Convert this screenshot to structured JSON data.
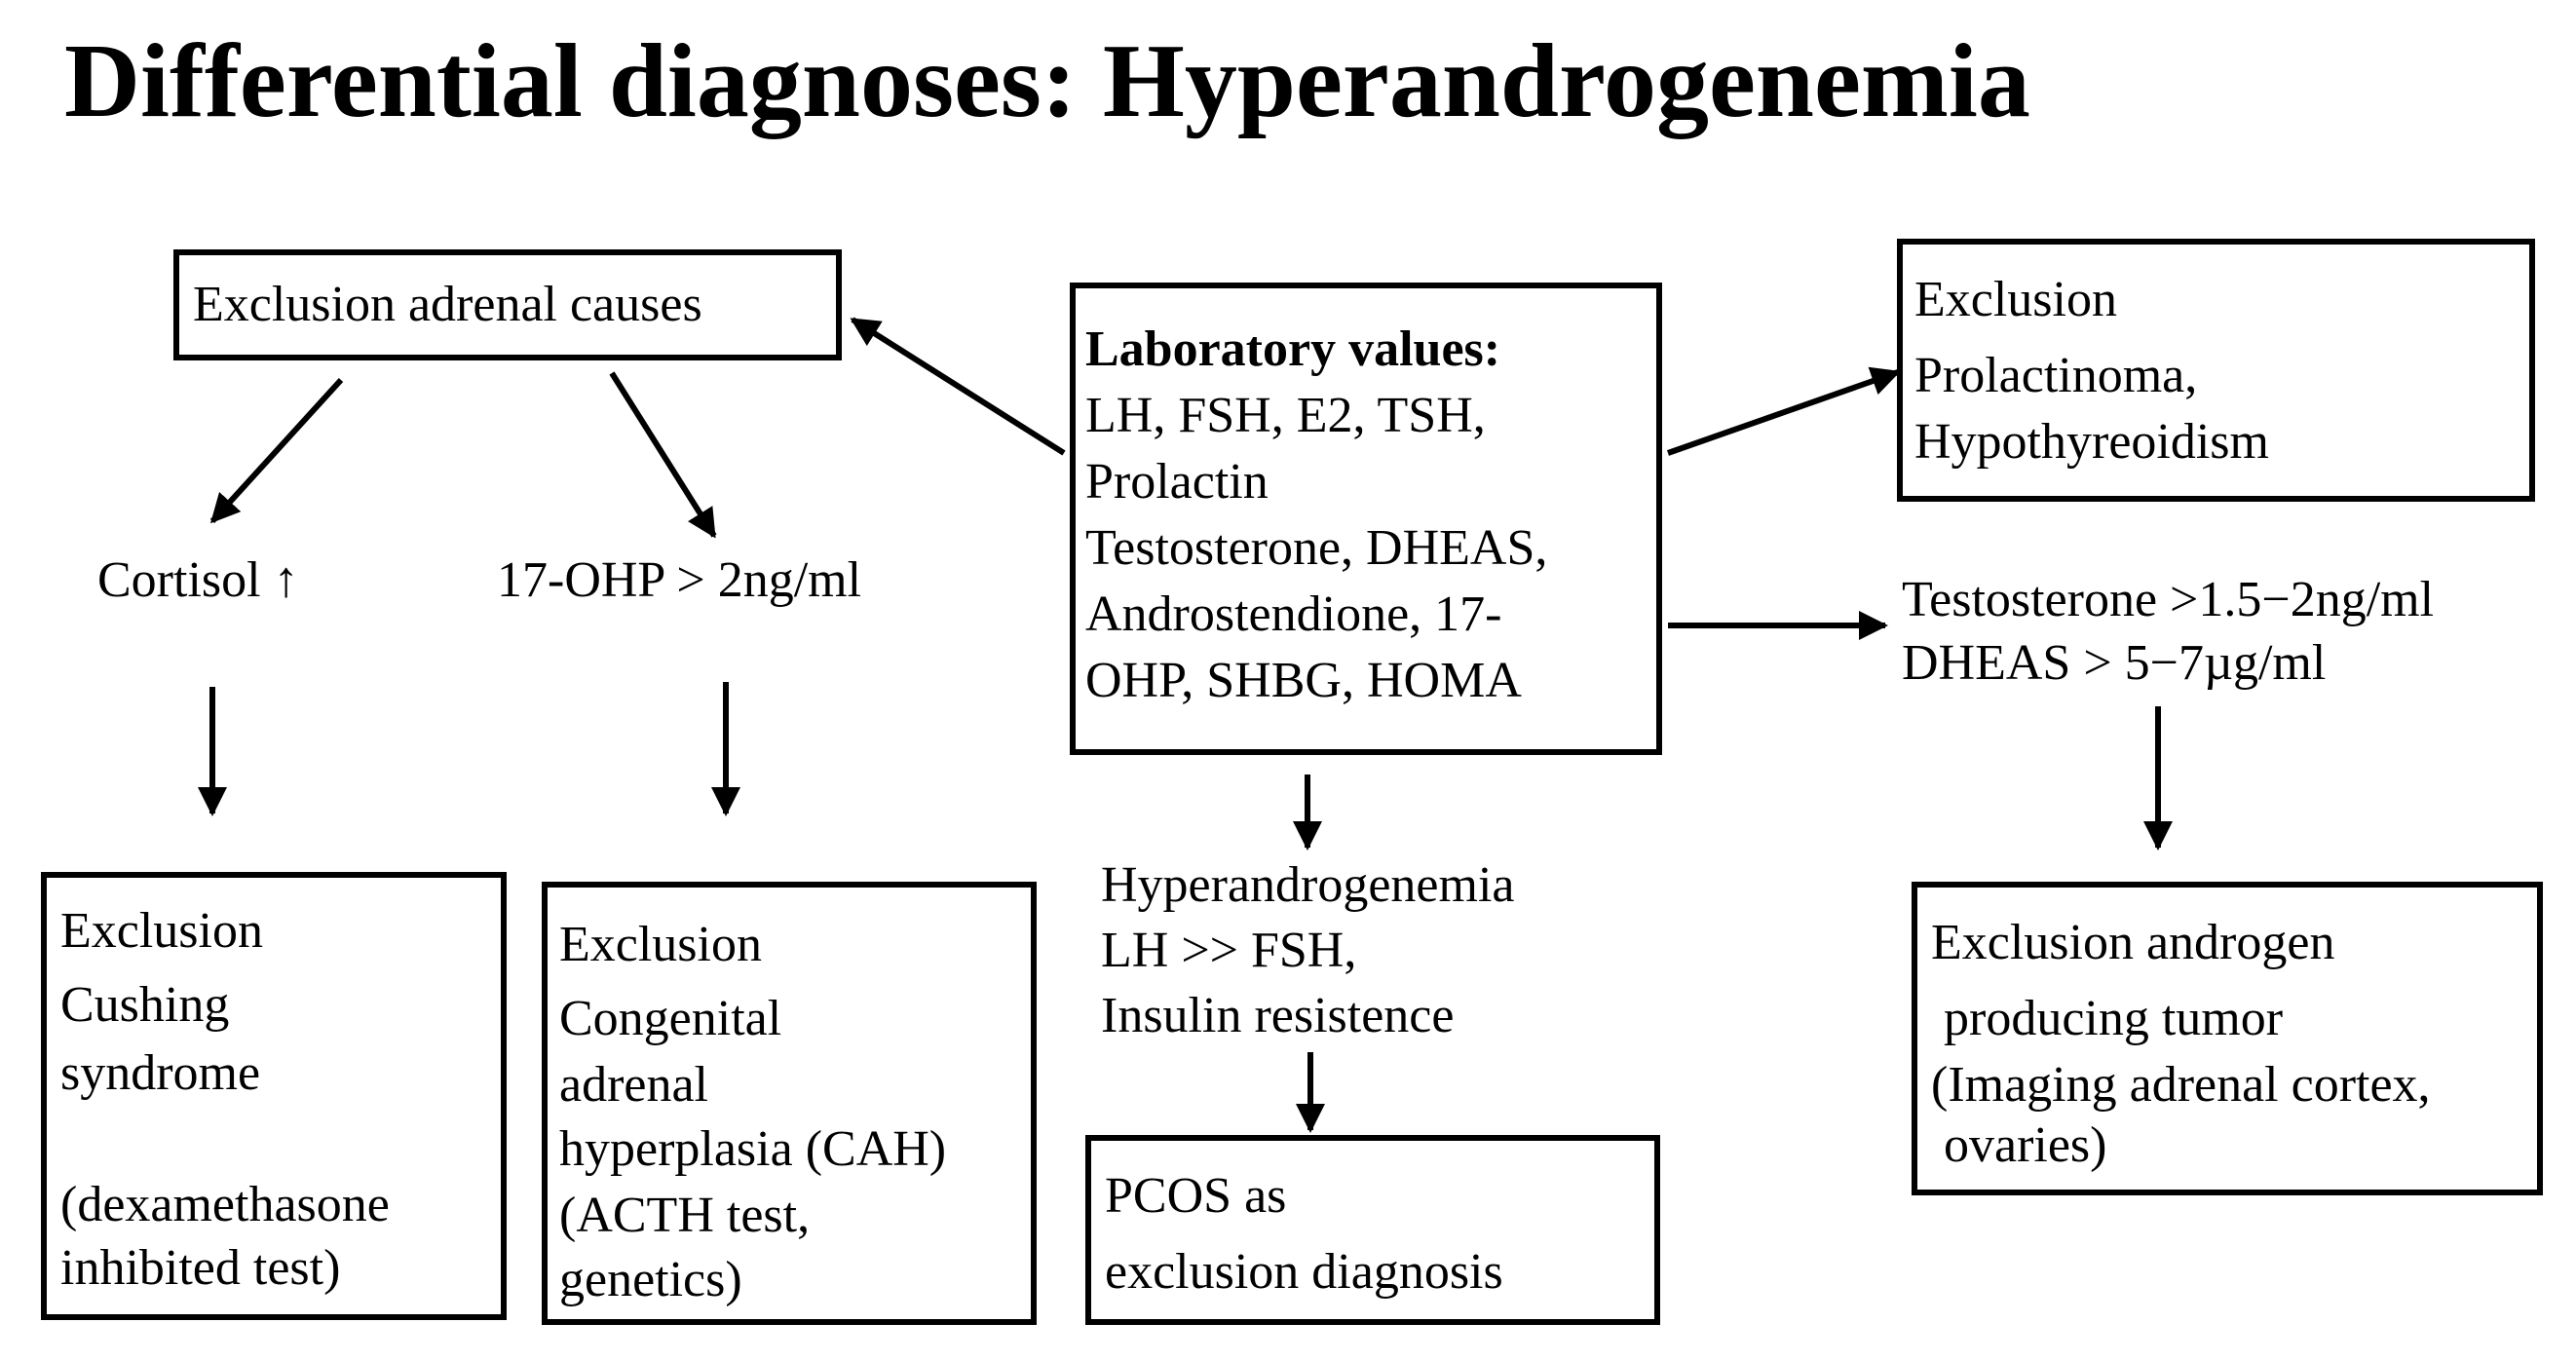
{
  "title": "Differential diagnoses: Hyperandrogenemia",
  "nodes": {
    "adrenal": [
      "Exclusion adrenal causes"
    ],
    "lab_heading": "Laboratory values:",
    "lab": [
      "LH, FSH, E2, TSH,",
      "Prolactin",
      "Testosterone, DHEAS,",
      "Androstendione, 17-",
      "OHP, SHBG, HOMA"
    ],
    "prolactinoma": [
      "Exclusion",
      "Prolactinoma,",
      "Hypothyreoidism"
    ],
    "cortisol": "Cortisol ↑",
    "ohp": "17-OHP > 2ng/ml",
    "testosterone": [
      "Testosterone >1.5−2ng/ml",
      "DHEAS > 5−7µg/ml"
    ],
    "hyperandrogenemia": [
      "Hyperandrogenemia",
      "LH >> FSH,",
      "Insulin resistence"
    ],
    "cushing": [
      "Exclusion",
      "Cushing",
      "syndrome",
      "",
      "(dexamethasone",
      "inhibited test)"
    ],
    "cah": [
      "Exclusion",
      "Congenital",
      "adrenal",
      "hyperplasia (CAH)",
      "(ACTH test,",
      "genetics)"
    ],
    "pcos": [
      "PCOS  as",
      "exclusion diagnosis"
    ],
    "tumor": [
      "Exclusion androgen",
      " producing tumor",
      "(Imaging adrenal cortex,",
      " ovaries)"
    ]
  }
}
